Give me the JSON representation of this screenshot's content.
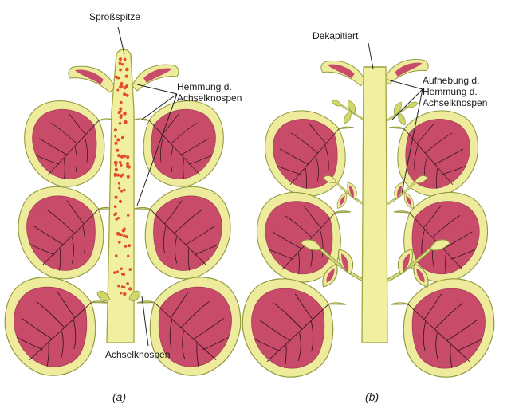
{
  "colors": {
    "stem": "#f1efa0",
    "stem_outline": "#a0a642",
    "leaf_border": "#eeeb9c",
    "leaf_inner": "#c84c6a",
    "vein": "#3a1522",
    "auxin_dot": "#e24c2a",
    "leader": "#222222"
  },
  "panel_a": {
    "label_apex": "Sproßspitze",
    "label_inhibition": "Hemmung d.\nAchselknospen",
    "label_buds": "Achselknospen",
    "caption": "(a)"
  },
  "panel_b": {
    "label_decap": "Dekapitiert",
    "label_release": "Aufhebung d.\nHemmung d.\nAchselknospen",
    "caption": "(b)"
  }
}
